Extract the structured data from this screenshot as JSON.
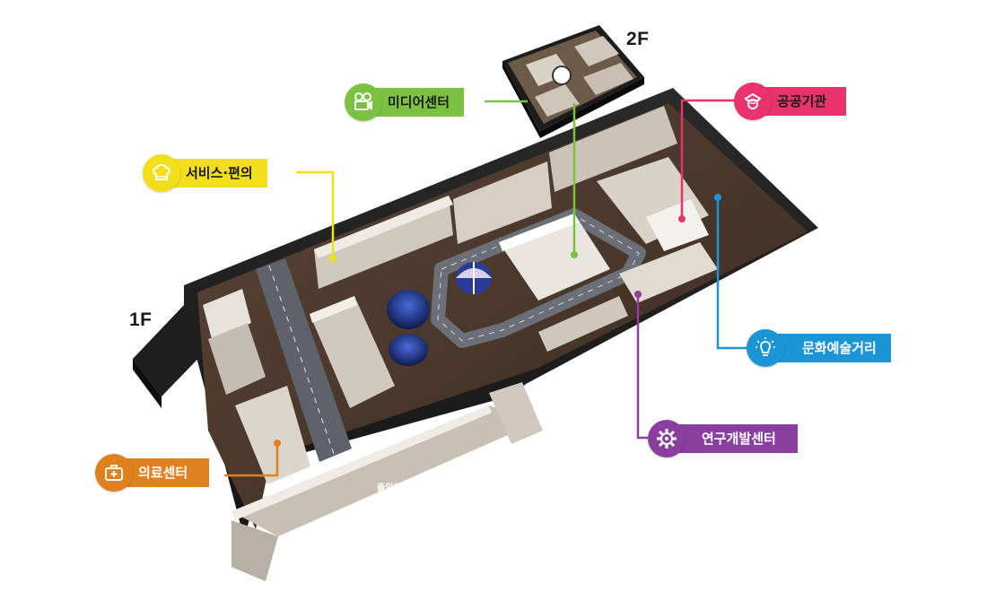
{
  "floors": {
    "first": "1F",
    "second": "2F"
  },
  "entrance_label": "출입구",
  "zones": [
    {
      "id": "media",
      "label": "미디어센터",
      "icon": "camera-icon",
      "color": "#7cc242"
    },
    {
      "id": "service",
      "label": "서비스·편의",
      "icon": "chef-hat-icon",
      "color": "#f2de1b"
    },
    {
      "id": "public",
      "label": "공공기관",
      "icon": "police-icon",
      "color": "#e8336b"
    },
    {
      "id": "culture",
      "label": "문화예술거리",
      "icon": "lightbulb-icon",
      "color": "#1c95d6"
    },
    {
      "id": "rnd",
      "label": "연구개발센터",
      "icon": "gear-icon",
      "color": "#8a3fa0"
    },
    {
      "id": "medical",
      "label": "의료센터",
      "icon": "medical-kit-icon",
      "color": "#e0801e"
    }
  ]
}
